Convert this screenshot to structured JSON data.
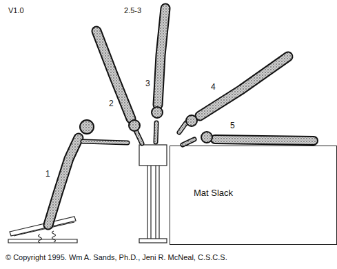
{
  "diagram": {
    "nodes": [
      {
        "text": [
          "Mat Slack"
        ]
      }
    ],
    "edges": [],
    "labels": [
      "V1.0",
      "2.5-3",
      "1",
      "2",
      "3",
      "4",
      "5",
      "© Copyright 1995. Wm A. Sands, Ph.D., Jeni R. McNeal, C.S.C.S."
    ]
  }
}
